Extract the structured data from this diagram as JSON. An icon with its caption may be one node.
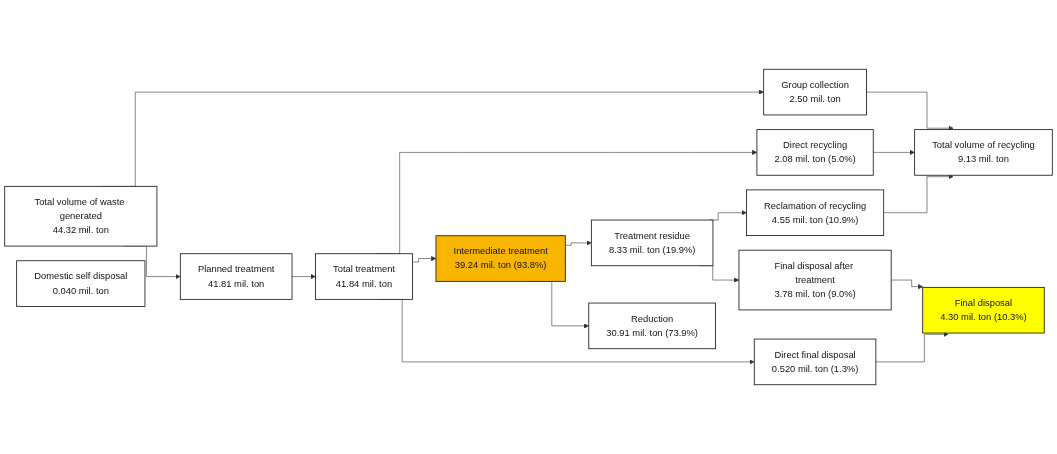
{
  "diagram": {
    "nodes": [
      {
        "text": [
          "Total volume of waste generated",
          "44.32 mil. ton"
        ]
      },
      {
        "text": [
          "Group collection",
          "2.50 mil. ton"
        ]
      },
      {
        "text": [
          "Planned treatment",
          "41.81 mil. ton"
        ]
      },
      {
        "text": [
          "Domestic self disposal",
          "0.040 mil. ton"
        ]
      },
      {
        "text": [
          "Total treatment",
          "41.84 mil. ton"
        ]
      },
      {
        "text": [
          "Direct recycling",
          "2.08 mil. ton (5.0%)"
        ]
      },
      {
        "text": [
          "Intermediate treatment",
          "39.24 mil. ton (93.8%)"
        ]
      },
      {
        "text": [
          "Direct final disposal",
          "0.520 mil. ton (1.3%)"
        ]
      },
      {
        "text": [
          "Treatment residue",
          "8.33 mil. ton (19.9%)"
        ]
      },
      {
        "text": [
          "Reduction",
          "30.91 mil. ton (73.9%)"
        ]
      },
      {
        "text": [
          "Total volume of recycling",
          "9.13 mil. ton"
        ]
      },
      {
        "text": [
          "Reclamation of recycling",
          "4.55 mil. ton (10.9%)"
        ]
      },
      {
        "text": [
          "Final disposal after treatment",
          "3.78 mil. ton (9.0%)"
        ]
      },
      {
        "text": [
          "Final disposal",
          "4.30 mil. ton (10.3%)"
        ]
      }
    ],
    "edges": [
      {
        "from": 0,
        "to": 1,
        "arrow": "to"
      },
      {
        "from": 0,
        "to": 2,
        "arrow": "to"
      },
      {
        "from": 2,
        "to": 4,
        "arrow": "to"
      },
      {
        "from": 4,
        "to": 5,
        "arrow": "to"
      },
      {
        "from": 4,
        "to": 6,
        "arrow": "to"
      },
      {
        "from": 4,
        "to": 7,
        "arrow": "to"
      },
      {
        "from": 1,
        "to": 10,
        "arrow": "to"
      },
      {
        "from": 5,
        "to": 10,
        "arrow": "to"
      },
      {
        "from": 6,
        "to": 8,
        "arrow": "to"
      },
      {
        "from": 6,
        "to": 9,
        "arrow": "to"
      },
      {
        "from": 8,
        "to": 11,
        "arrow": "to"
      },
      {
        "from": 8,
        "to": 12,
        "arrow": "to"
      },
      {
        "from": 11,
        "to": 10,
        "arrow": "to"
      },
      {
        "from": 7,
        "to": 13,
        "arrow": "to"
      },
      {
        "from": 12,
        "to": 13,
        "arrow": "to"
      }
    ]
  }
}
